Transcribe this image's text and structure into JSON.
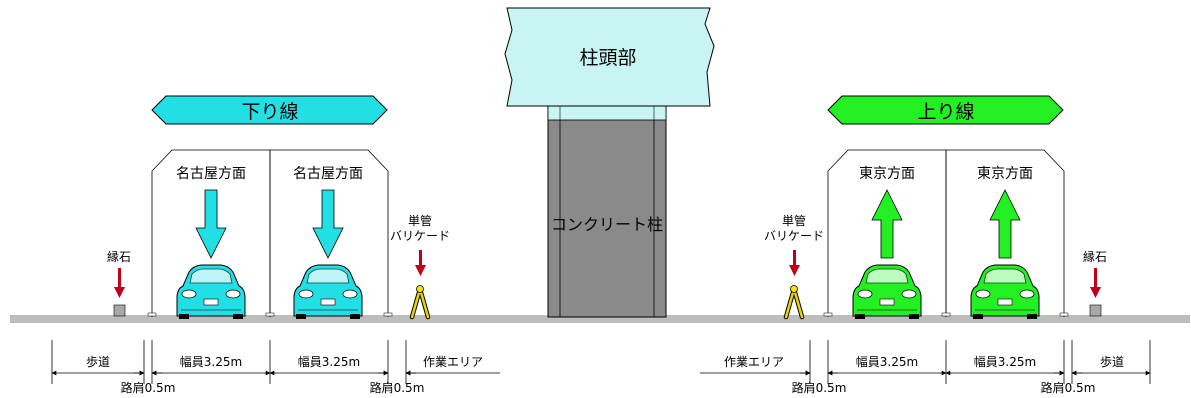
{
  "pier": {
    "capital_label": "柱頭部",
    "column_label": "コンクリート柱"
  },
  "down_line": {
    "title": "下り線",
    "badge_color": "#22dfe6",
    "car_color": "#22dfe6",
    "arrow_color": "#22dfe6",
    "lanes": [
      "名古屋方面",
      "名古屋方面"
    ],
    "curb_label": "縁石",
    "barricade_label_1": "単管",
    "barricade_label_2": "バリケード",
    "dims": {
      "sidewalk": "歩道",
      "lane1": "幅員3.25m",
      "lane2": "幅員3.25m",
      "work_area": "作業エリア",
      "shoulder1": "路肩0.5m",
      "shoulder2": "路肩0.5m"
    }
  },
  "up_line": {
    "title": "上り線",
    "badge_color": "#22f022",
    "car_color": "#22f022",
    "arrow_color": "#22f022",
    "lanes": [
      "東京方面",
      "東京方面"
    ],
    "curb_label": "縁石",
    "barricade_label_1": "単管",
    "barricade_label_2": "バリケード",
    "dims": {
      "work_area": "作業エリア",
      "lane1": "幅員3.25m",
      "lane2": "幅員3.25m",
      "sidewalk": "歩道",
      "shoulder1": "路肩0.5m",
      "shoulder2": "路肩0.5m"
    }
  },
  "colors": {
    "road": "#bdbdbd",
    "column": "#8a8a8a",
    "pier_cap": "#c8f4f4",
    "marker_arrow": "#c0001a",
    "barricade": "#e8d400"
  }
}
